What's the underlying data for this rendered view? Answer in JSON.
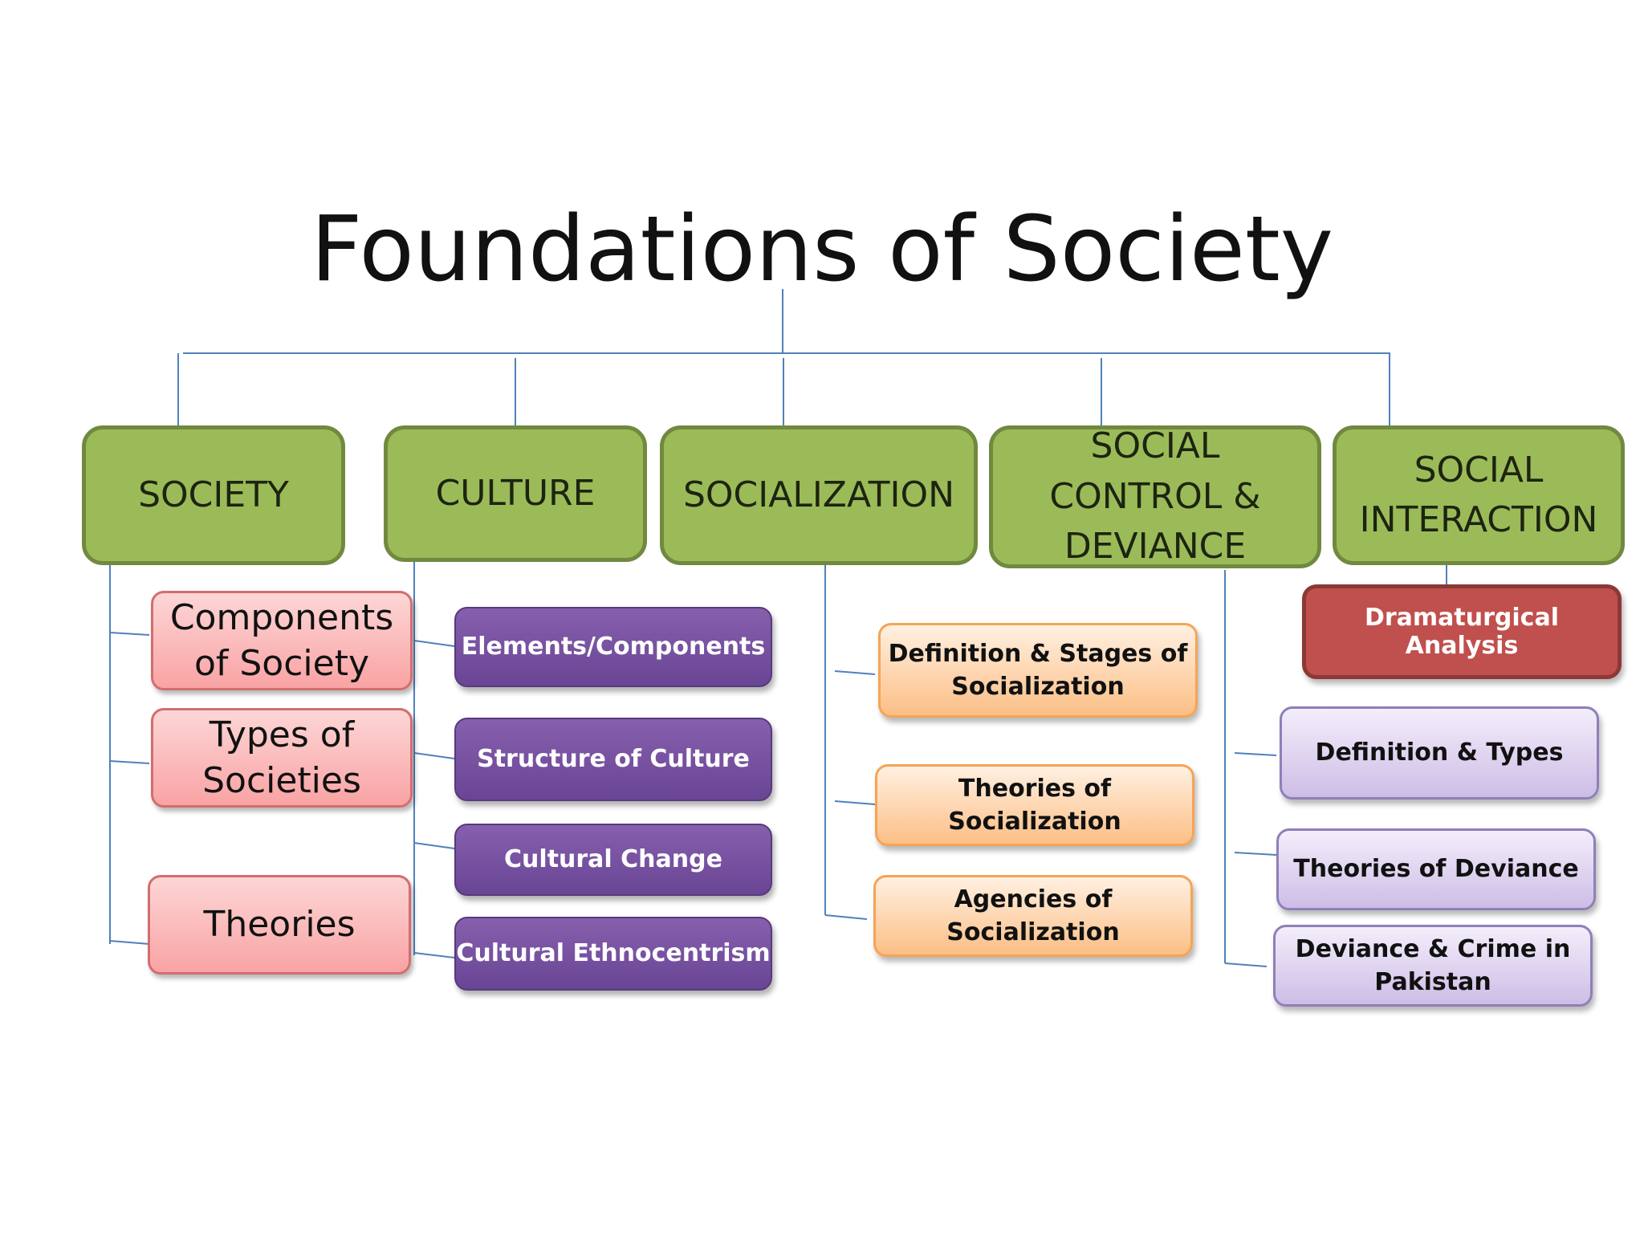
{
  "title": "Foundations of Society",
  "line_color": "#4f81bd",
  "categories": [
    {
      "label": "SOCIETY",
      "color": "#9bbb59",
      "items": [
        "Components\nof Society",
        "Types of\nSocieties",
        "Theories"
      ]
    },
    {
      "label": "CULTURE",
      "color": "#9bbb59",
      "items": [
        "Elements/Components",
        "Structure of Culture",
        "Cultural Change",
        "Cultural  Ethnocentrism"
      ]
    },
    {
      "label": "SOCIALIZATION",
      "color": "#9bbb59",
      "items": [
        "Definition &  Stages of\nSocialization",
        "Theories of\nSocialization",
        "Agencies of\nSocialization"
      ]
    },
    {
      "label": "SOCIAL\nCONTROL &\nDEVIANCE",
      "color": "#9bbb59",
      "items": [
        "Definition &  Types",
        "Theories of  Deviance",
        "Deviance & Crime in\nPakistan"
      ]
    },
    {
      "label": "SOCIAL\nINTERACTION",
      "color": "#9bbb59",
      "items": [
        "Dramaturgical Analysis"
      ]
    }
  ],
  "item_colors": {
    "society": "#f9a3a4",
    "culture": "#7b52a6",
    "socialization": "#fcbf86",
    "deviance": "#cdbde6",
    "interaction": "#c0504d"
  }
}
